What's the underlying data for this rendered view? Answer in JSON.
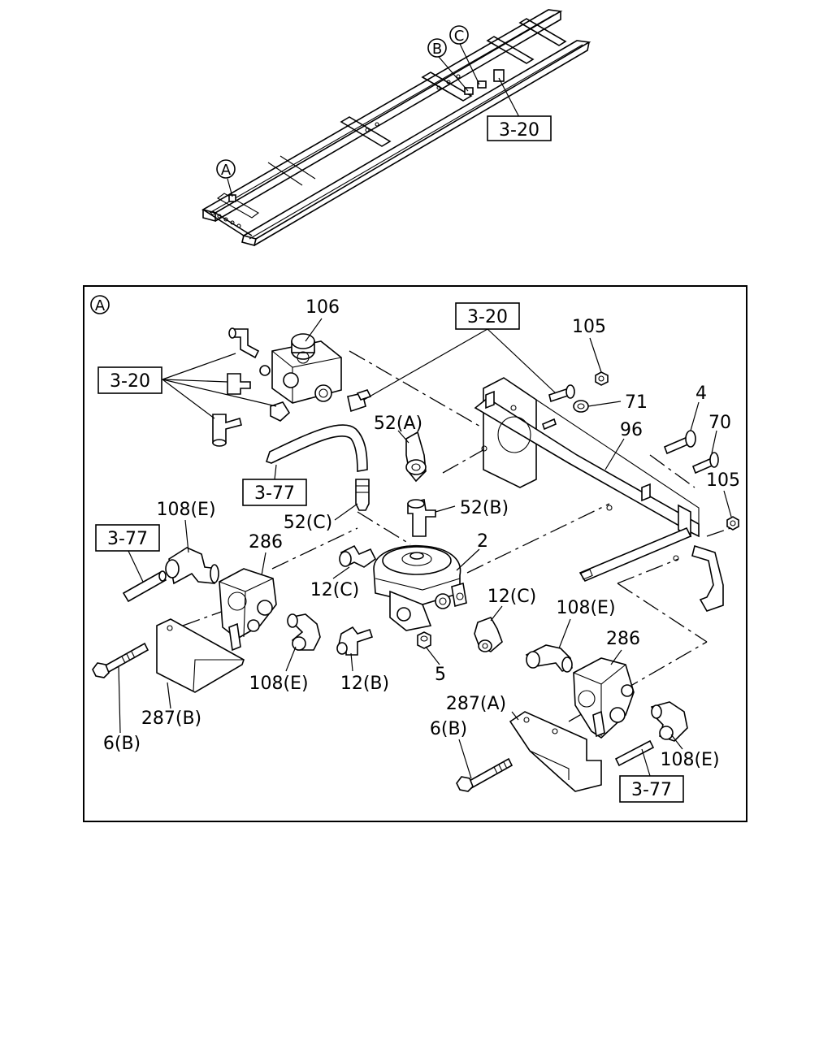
{
  "overview": {
    "callouts": {
      "a": "A",
      "b": "B",
      "c": "C"
    },
    "refs": {
      "top_ref": "3-20"
    }
  },
  "detail": {
    "view_label": "A",
    "refs": {
      "ref_3_20_left": "3-20",
      "ref_3_20_center": "3-20",
      "ref_3_77_hose_center": "3-77",
      "ref_3_77_left": "3-77",
      "ref_3_77_bottom_right": "3-77"
    },
    "labels": {
      "p106": "106",
      "p105_top": "105",
      "p71": "71",
      "p4": "4",
      "p70": "70",
      "p96": "96",
      "p105_right": "105",
      "p52a": "52(A)",
      "p52b": "52(B)",
      "p52c": "52(C)",
      "p108e_top_left": "108(E)",
      "p286_left": "286",
      "p2": "2",
      "p12c_left": "12(C)",
      "p12c_right": "12(C)",
      "p108e_mid_right": "108(E)",
      "p286_right": "286",
      "p108e_bottom_left": "108(E)",
      "p12b": "12(B)",
      "p5": "5",
      "p287b": "287(B)",
      "p6b_left": "6(B)",
      "p287a": "287(A)",
      "p6b_right": "6(B)",
      "p108e_bottom_right": "108(E)"
    }
  }
}
